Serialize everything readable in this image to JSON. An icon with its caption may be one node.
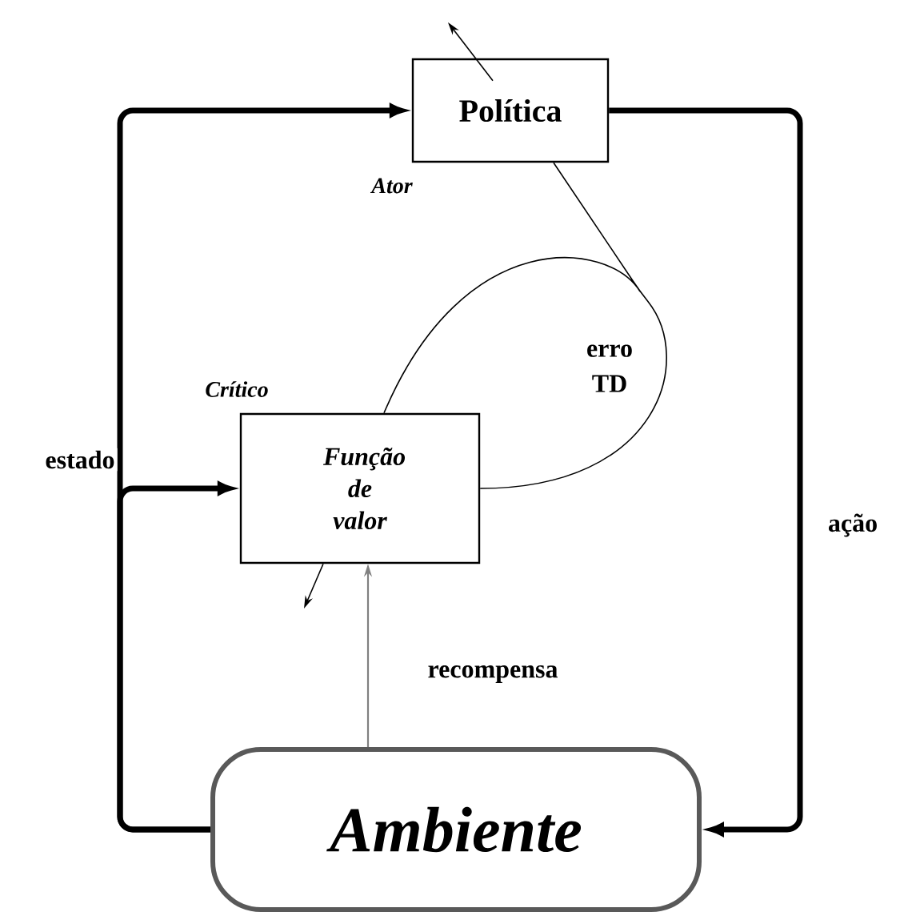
{
  "diagram": {
    "nodes": [
      {
        "text": [
          "Política"
        ],
        "beside": [
          "Ator"
        ]
      },
      {
        "text": [
          "Função de valor"
        ],
        "beside": [
          "Crítico"
        ]
      },
      {
        "text": [
          "Ambiente"
        ]
      }
    ],
    "edges": [
      {
        "from": 2,
        "to": 0,
        "arrow": "to",
        "style": "thick",
        "label": "estado"
      },
      {
        "from": 2,
        "to": 1,
        "arrow": "to",
        "style": "thick"
      },
      {
        "from": 0,
        "to": 2,
        "arrow": "to",
        "style": "thick",
        "label": "ação"
      },
      {
        "from": 2,
        "to": 1,
        "arrow": "to",
        "color": "#808080",
        "label": "recompensa"
      },
      {
        "from": 1,
        "to": 0,
        "arrow": "none",
        "label": "erro TD"
      },
      {
        "from": 0,
        "to": null,
        "arrow": "to"
      },
      {
        "from": 1,
        "to": null,
        "arrow": "to"
      }
    ]
  }
}
